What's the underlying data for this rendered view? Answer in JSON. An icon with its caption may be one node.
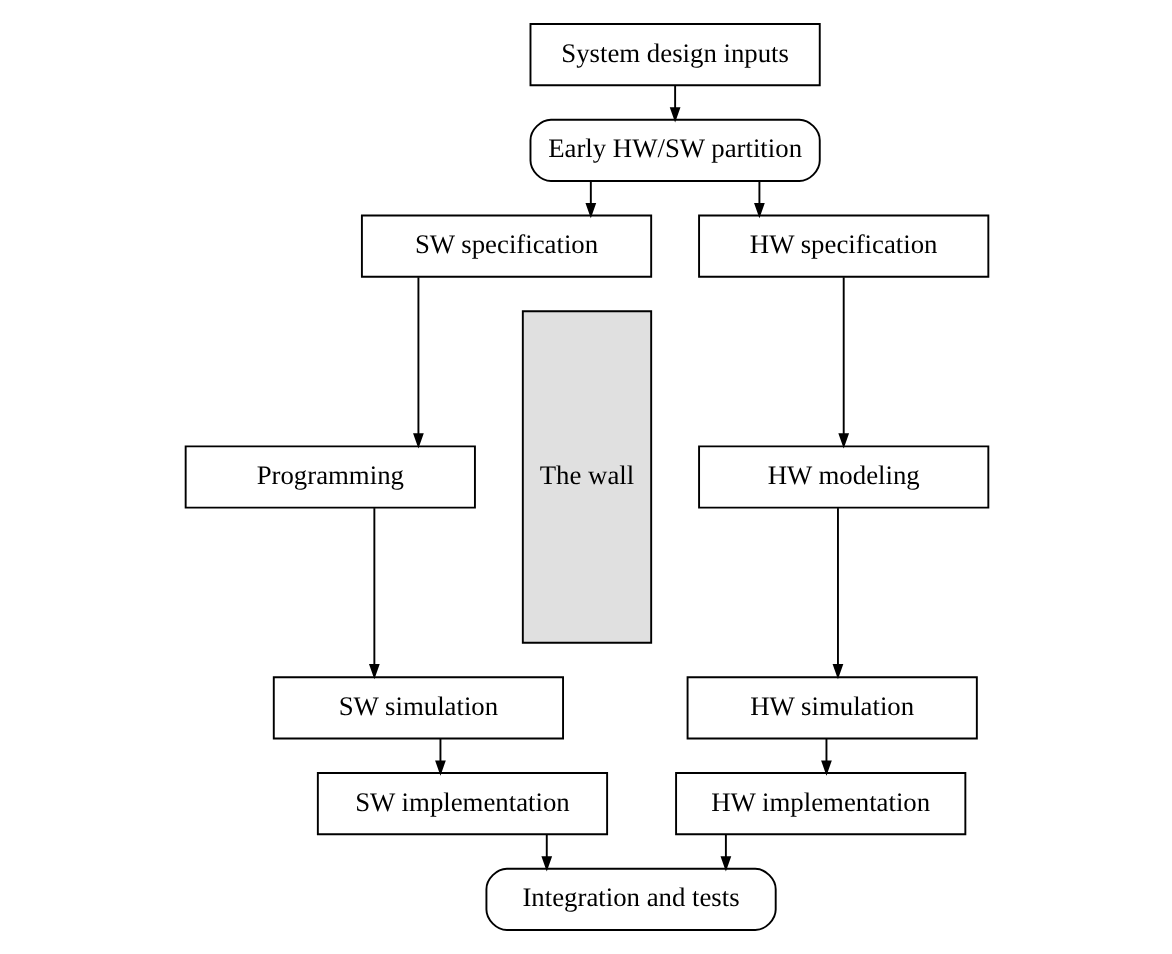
{
  "diagram": {
    "nodes": [
      {
        "text": [
          "System design inputs"
        ]
      },
      {
        "text": [
          "Early HW/SW partition"
        ]
      },
      {
        "text": [
          "SW specification"
        ]
      },
      {
        "text": [
          "Programming"
        ]
      },
      {
        "text": [
          "SW simulation"
        ]
      },
      {
        "text": [
          "SW implementation"
        ]
      },
      {
        "text": [
          "The wall"
        ]
      },
      {
        "text": [
          "HW specification"
        ]
      },
      {
        "text": [
          "HW modeling"
        ]
      },
      {
        "text": [
          "HW simulation"
        ]
      },
      {
        "text": [
          "HW implementation"
        ]
      },
      {
        "text": [
          "Integration and tests"
        ]
      }
    ],
    "edges": [
      {
        "from": 0,
        "to": 1,
        "arrow": "to"
      },
      {
        "from": 1,
        "to": 2,
        "arrow": "to"
      },
      {
        "from": 1,
        "to": 7,
        "arrow": "to"
      },
      {
        "from": 2,
        "to": 3,
        "arrow": "to"
      },
      {
        "from": 3,
        "to": 4,
        "arrow": "to"
      },
      {
        "from": 4,
        "to": 5,
        "arrow": "to"
      },
      {
        "from": 7,
        "to": 8,
        "arrow": "to"
      },
      {
        "from": 8,
        "to": 9,
        "arrow": "to"
      },
      {
        "from": 9,
        "to": 10,
        "arrow": "to"
      },
      {
        "from": 5,
        "to": 11,
        "arrow": "to"
      },
      {
        "from": 10,
        "to": 11,
        "arrow": "to"
      }
    ]
  }
}
